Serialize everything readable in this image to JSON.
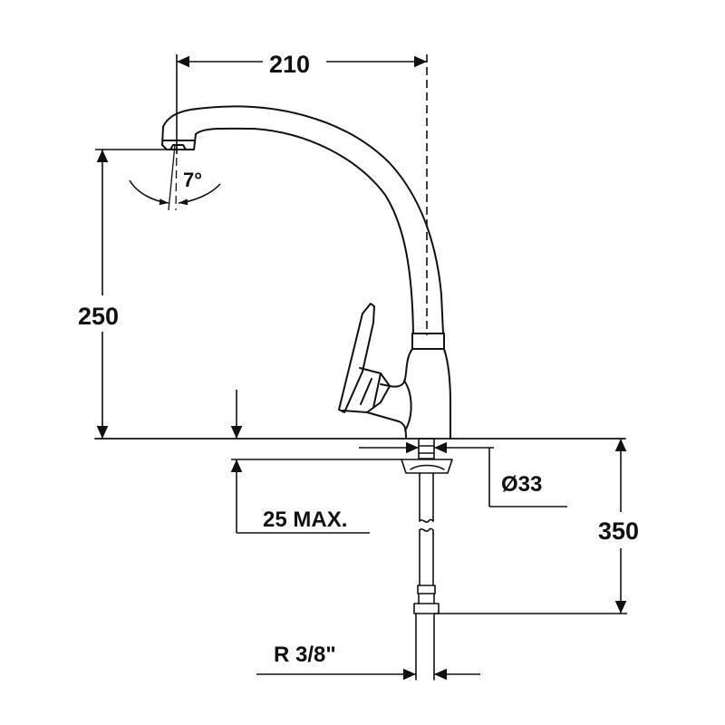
{
  "diagram": {
    "type": "technical drawing",
    "subject": "single-lever kitchen sink faucet with swivel spout (side elevation)",
    "line_color": "#111111",
    "background_color": "#ffffff"
  },
  "dimensions": {
    "spout_reach": {
      "label": "210",
      "value": 210,
      "unit": "mm"
    },
    "spout_angle": {
      "label": "7°",
      "value": 7,
      "unit": "deg"
    },
    "spout_height": {
      "label": "250",
      "value": 250,
      "unit": "mm"
    },
    "base_diameter": {
      "label": "Ø33",
      "value": 33,
      "unit": "mm"
    },
    "max_deck_thickness": {
      "label": "25 MAX.",
      "value": 25,
      "unit": "mm"
    },
    "flex_hose_length": {
      "label": "350",
      "value": 350,
      "unit": "mm"
    },
    "connection_thread": {
      "label": "R 3/8\"",
      "value": "3/8\""
    }
  }
}
